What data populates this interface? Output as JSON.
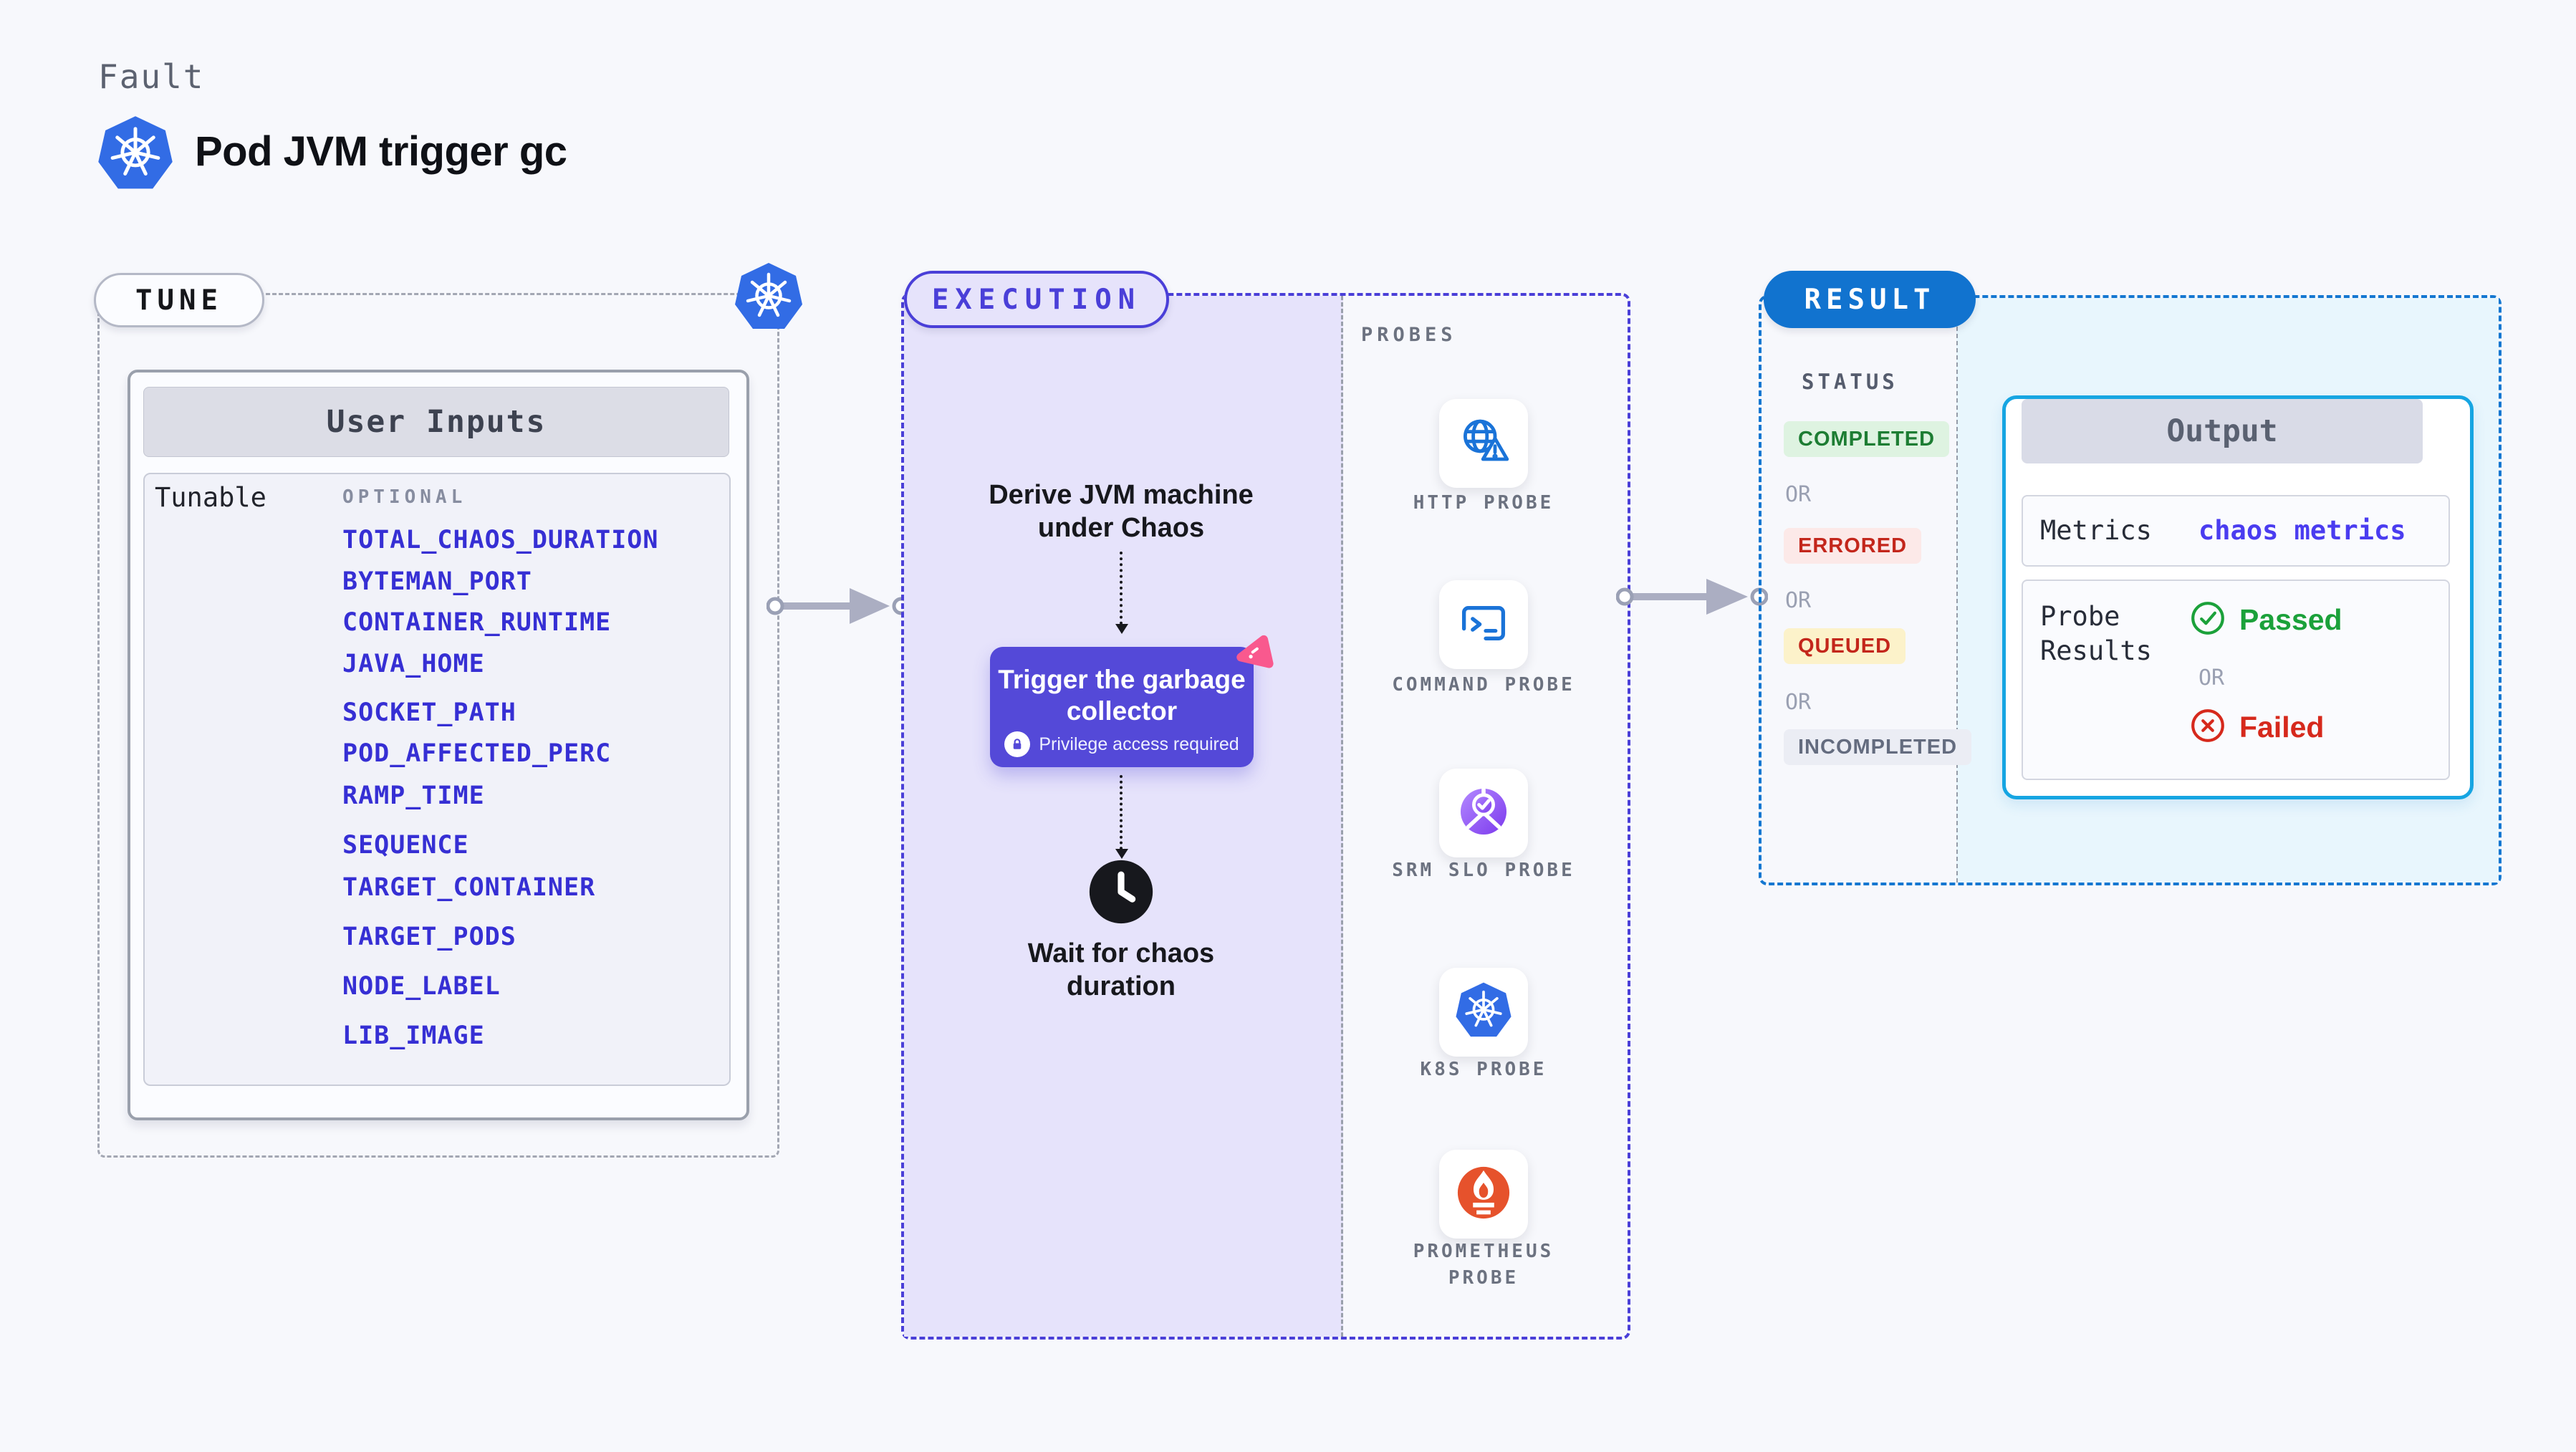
{
  "header": {
    "kicker": "Fault",
    "title": "Pod JVM trigger gc"
  },
  "tune": {
    "label": "TUNE",
    "card_title": "User Inputs",
    "row_label": "Tunable",
    "column_label": "OPTIONAL",
    "items": [
      "TOTAL_CHAOS_DURATION",
      "BYTEMAN_PORT",
      "CONTAINER_RUNTIME",
      "JAVA_HOME",
      "SOCKET_PATH",
      "POD_AFFECTED_PERC",
      "RAMP_TIME",
      "SEQUENCE",
      "TARGET_CONTAINER",
      "TARGET_PODS",
      "NODE_LABEL",
      "LIB_IMAGE"
    ]
  },
  "execution": {
    "label": "EXECUTION",
    "step_derive": "Derive JVM machine under Chaos",
    "node": {
      "title": "Trigger the garbage collector",
      "badge": "Privilege access required"
    },
    "step_wait": "Wait for chaos duration"
  },
  "probes": {
    "label": "PROBES",
    "items": [
      {
        "label": "HTTP PROBE",
        "icon": "globe-alert-icon"
      },
      {
        "label": "COMMAND PROBE",
        "icon": "terminal-icon"
      },
      {
        "label": "SRM SLO PROBE",
        "icon": "slo-gauge-icon"
      },
      {
        "label": "K8S PROBE",
        "icon": "kubernetes-icon"
      },
      {
        "label": "PROMETHEUS PROBE",
        "icon": "prometheus-icon"
      }
    ]
  },
  "result": {
    "label": "RESULT",
    "status_label": "STATUS",
    "or_label": "OR",
    "statuses": [
      {
        "label": "COMPLETED",
        "text_color": "#1d7d33",
        "bg_color": "#def3e1"
      },
      {
        "label": "ERRORED",
        "text_color": "#c3261b",
        "bg_color": "#fce9e8"
      },
      {
        "label": "QUEUED",
        "text_color": "#c3261b",
        "bg_color": "#fcf2ca"
      },
      {
        "label": "INCOMPLETED",
        "text_color": "#646c7f",
        "bg_color": "#ebedf4"
      }
    ],
    "output": {
      "title": "Output",
      "metrics_label": "Metrics",
      "metrics_value": "chaos metrics",
      "probe_results_label": "Probe Results",
      "passed_label": "Passed",
      "or_label": "OR",
      "failed_label": "Failed"
    }
  },
  "colors": {
    "page_bg": "#f7f8fc",
    "execution_accent": "#4a3fd8",
    "execution_fill": "#e6e3fb",
    "node_bg": "#5449d8",
    "result_accent": "#1477d1",
    "result_fill": "#e8f6fd",
    "output_border": "#16a5e2",
    "tune_item_blue": "#362fd4",
    "metrics_value_blue": "#4a3cf0",
    "passed_green": "#1ba13a",
    "failed_red": "#d6291c",
    "kubernetes_blue": "#326ce5",
    "prometheus_orange": "#e6522c",
    "litmus_pink": "#f9598e",
    "probe_icon_blue": "#1a73d8"
  }
}
